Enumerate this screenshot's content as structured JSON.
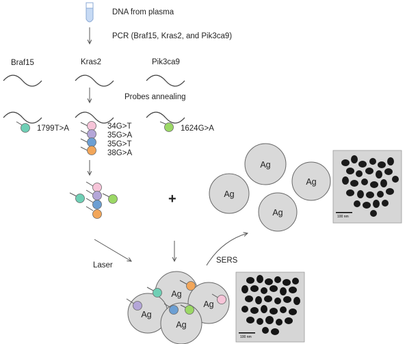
{
  "header": {
    "source_label": "DNA from plasma",
    "pcr_label": "PCR (Braf15, Kras2, and Pik3ca9)"
  },
  "genes": [
    "Braf15",
    "Kras2",
    "Pik3ca9"
  ],
  "steps": {
    "annealing": "Probes annealing",
    "laser": "Laser",
    "sers": "SERS"
  },
  "probes": {
    "braf": {
      "mutation": "1799T>A",
      "color": "#6fcfb5"
    },
    "pik": {
      "mutation": "1624G>A",
      "color": "#9bd865"
    },
    "kras": [
      {
        "mutation": "34G>T",
        "color": "#f6c4d8"
      },
      {
        "mutation": "35G>A",
        "color": "#b4a6d8"
      },
      {
        "mutation": "35G>T",
        "color": "#6c9fd3"
      },
      {
        "mutation": "38G>A",
        "color": "#f2a65a"
      }
    ]
  },
  "operator": "+",
  "nanoparticle": {
    "label": "Ag",
    "fill": "#d9d9d9"
  },
  "tem": {
    "scale_label": "100 nm"
  }
}
